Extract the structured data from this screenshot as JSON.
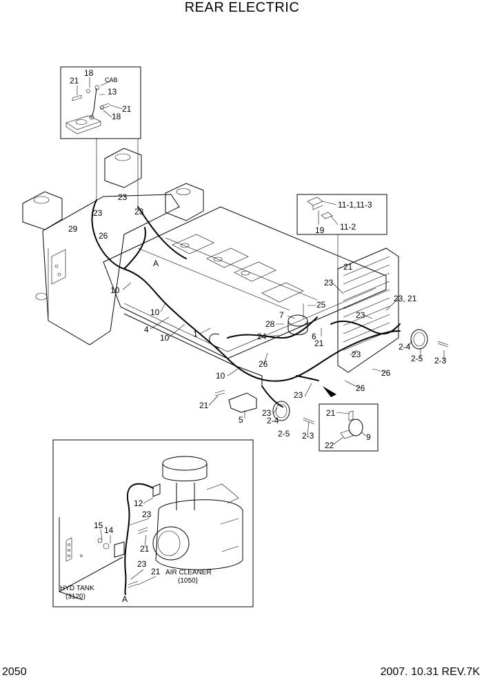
{
  "title": "REAR ELECTRIC",
  "footer": {
    "page_number": "2050",
    "date_rev": "2007. 10.31  REV.7K"
  },
  "callouts": {
    "cab": "CAB",
    "air_cleaner": "AIR CLEANER",
    "air_cleaner_code": "(1050)",
    "hyd_tank": "HYD TANK",
    "hyd_tank_code": "(3120)",
    "ref_a": "A"
  },
  "part_labels": {
    "p1": "1",
    "p2_3": "2-3",
    "p2_4": "2-4",
    "p2_5": "2-5",
    "p4": "4",
    "p5": "5",
    "p6": "6",
    "p7": "7",
    "p9": "9",
    "p10": "10",
    "p11_1": "11-1,11-3",
    "p11_2": "11-2",
    "p12": "12",
    "p13": "13",
    "p14": "14",
    "p15": "15",
    "p18": "18",
    "p19": "19",
    "p21": "21",
    "p22": "22",
    "p23": "23",
    "p23_21": "23, 21",
    "p24": "24",
    "p25": "25",
    "p26": "26",
    "p28": "28",
    "p29": "29"
  }
}
